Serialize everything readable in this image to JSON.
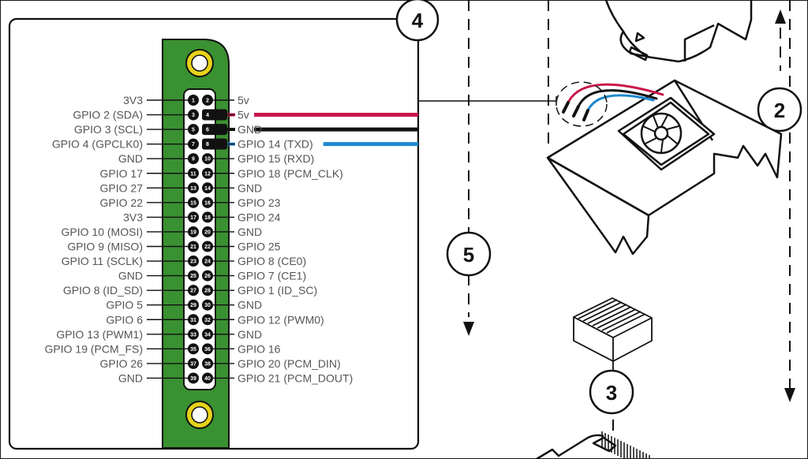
{
  "diagram": {
    "title": "Fan installation — GPIO header pinout",
    "colors": {
      "board_green": "#3a9131",
      "mount_ring": "#e6d31a",
      "wire_red": "#c8174a",
      "wire_black": "#111111",
      "wire_blue": "#1e88d0",
      "label_gray": "#555555",
      "outline": "#111111"
    },
    "callouts": [
      {
        "id": "2",
        "label": "2"
      },
      {
        "id": "3",
        "label": "3"
      },
      {
        "id": "4",
        "label": "4"
      },
      {
        "id": "5",
        "label": "5"
      }
    ],
    "pins_left": [
      {
        "pin": "1",
        "label": "3V3"
      },
      {
        "pin": "3",
        "label": "GPIO 2 (SDA)"
      },
      {
        "pin": "5",
        "label": "GPIO 3 (SCL)"
      },
      {
        "pin": "7",
        "label": "GPIO 4 (GPCLK0)"
      },
      {
        "pin": "9",
        "label": "GND"
      },
      {
        "pin": "11",
        "label": "GPIO 17"
      },
      {
        "pin": "13",
        "label": "GPIO 27"
      },
      {
        "pin": "15",
        "label": "GPIO 22"
      },
      {
        "pin": "17",
        "label": "3V3"
      },
      {
        "pin": "19",
        "label": "GPIO 10 (MOSI)"
      },
      {
        "pin": "21",
        "label": "GPIO 9 (MISO)"
      },
      {
        "pin": "23",
        "label": "GPIO 11 (SCLK)"
      },
      {
        "pin": "25",
        "label": "GND"
      },
      {
        "pin": "27",
        "label": "GPIO 8 (ID_SD)"
      },
      {
        "pin": "29",
        "label": "GPIO 5"
      },
      {
        "pin": "31",
        "label": "GPIO 6"
      },
      {
        "pin": "33",
        "label": "GPIO 13 (PWM1)"
      },
      {
        "pin": "35",
        "label": "GPIO 19 (PCM_FS)"
      },
      {
        "pin": "37",
        "label": "GPIO 26"
      },
      {
        "pin": "39",
        "label": "GND"
      }
    ],
    "pins_right": [
      {
        "pin": "2",
        "label": "5v",
        "wire": null
      },
      {
        "pin": "4",
        "label": "5v",
        "wire": "red"
      },
      {
        "pin": "6",
        "label": "GND",
        "wire": "black"
      },
      {
        "pin": "8",
        "label": "GPIO 14 (TXD)",
        "wire": "blue"
      },
      {
        "pin": "10",
        "label": "GPIO 15 (RXD)",
        "wire": null
      },
      {
        "pin": "12",
        "label": "GPIO 18 (PCM_CLK)",
        "wire": null
      },
      {
        "pin": "14",
        "label": "GND",
        "wire": null
      },
      {
        "pin": "16",
        "label": "GPIO 23",
        "wire": null
      },
      {
        "pin": "18",
        "label": "GPIO 24",
        "wire": null
      },
      {
        "pin": "20",
        "label": "GND",
        "wire": null
      },
      {
        "pin": "22",
        "label": "GPIO 25",
        "wire": null
      },
      {
        "pin": "24",
        "label": "GPIO 8 (CE0)",
        "wire": null
      },
      {
        "pin": "26",
        "label": "GPIO 7 (CE1)",
        "wire": null
      },
      {
        "pin": "28",
        "label": "GPIO 1 (ID_SC)",
        "wire": null
      },
      {
        "pin": "30",
        "label": "GND",
        "wire": null
      },
      {
        "pin": "32",
        "label": "GPIO 12 (PWM0)",
        "wire": null
      },
      {
        "pin": "34",
        "label": "GND",
        "wire": null
      },
      {
        "pin": "36",
        "label": "GPIO 16",
        "wire": null
      },
      {
        "pin": "38",
        "label": "GPIO 20 (PCM_DIN)",
        "wire": null
      },
      {
        "pin": "40",
        "label": "GPIO 21 (PCM_DOUT)",
        "wire": null
      }
    ]
  }
}
